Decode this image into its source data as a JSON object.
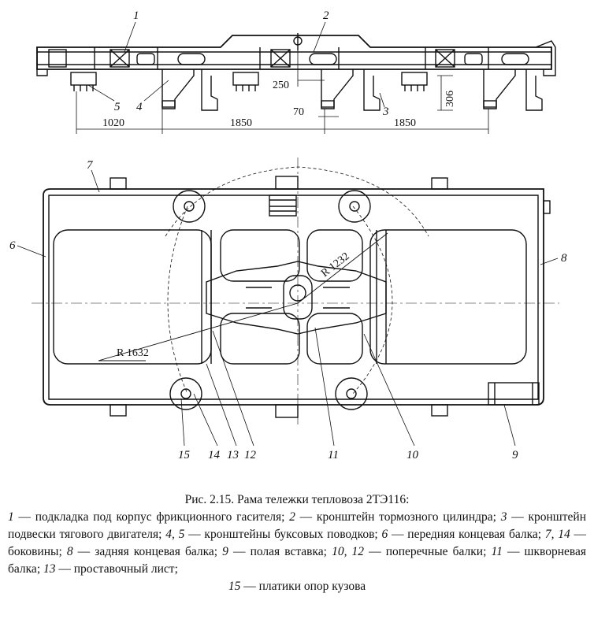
{
  "figure": {
    "caption_title": "Рис. 2.15. Рама тележки тепловоза 2ТЭ116:",
    "legend": [
      {
        "num": "1",
        "text": " — подкладка под корпус фрикционного гасителя; "
      },
      {
        "num": "2",
        "text": " — кронштейн тормозного цилиндра; "
      },
      {
        "num": "3",
        "text": " — кронштейн подвески тягового двигателя; "
      },
      {
        "num": "4, 5",
        "text": " — кронштейны буксовых поводков; "
      },
      {
        "num": "6",
        "text": " — передняя концевая балка; "
      },
      {
        "num": "7, 14",
        "text": " — боковины; "
      },
      {
        "num": "8",
        "text": " — задняя концевая балка; "
      },
      {
        "num": "9",
        "text": " — полая вставка; "
      },
      {
        "num": "10, 12",
        "text": "  — поперечные балки; "
      },
      {
        "num": "11",
        "text": " — шкворневая балка; "
      },
      {
        "num": "13",
        "text": " — проставочный лист; "
      }
    ],
    "legend_last": {
      "num": "15",
      "text": " — платики опор кузова"
    }
  },
  "dimensions": {
    "d1020": "1020",
    "d1850a": "1850",
    "d1850b": "1850",
    "d250": "250",
    "d70": "70",
    "d306": "306",
    "r1232": "R 1232",
    "r1632": "R 1632"
  },
  "labels": {
    "l1": "1",
    "l2": "2",
    "l3": "3",
    "l4": "4",
    "l5": "5",
    "l6": "6",
    "l7": "7",
    "l8": "8",
    "l9": "9",
    "l10": "10",
    "l11": "11",
    "l12": "12",
    "l13": "13",
    "l14": "14",
    "l15": "15"
  }
}
